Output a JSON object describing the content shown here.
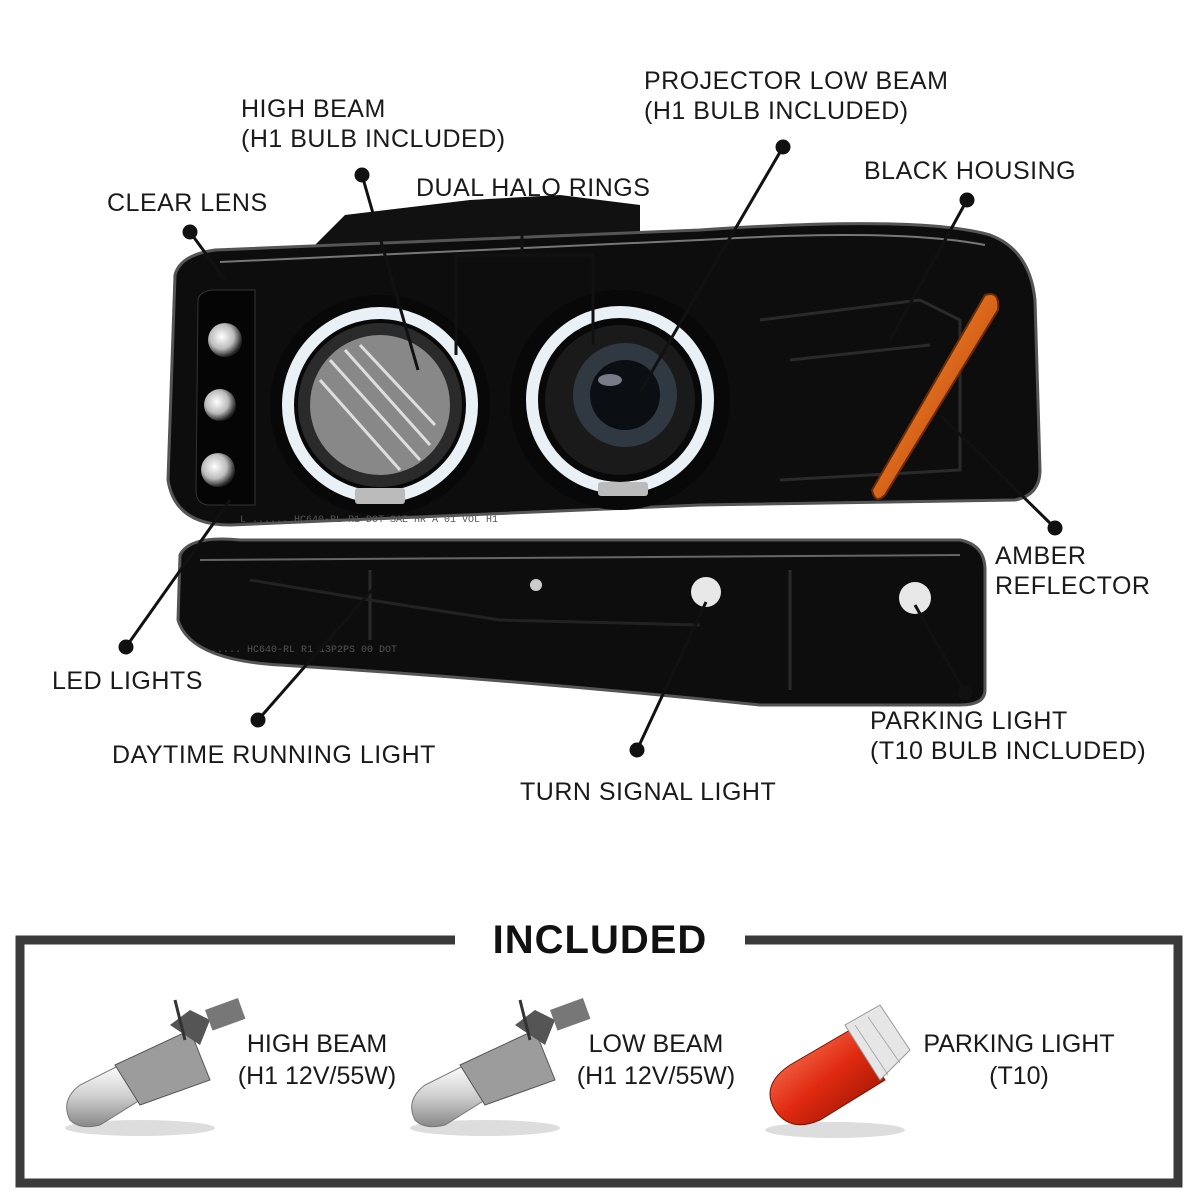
{
  "callouts": {
    "clear_lens": "CLEAR LENS",
    "high_beam": [
      "HIGH BEAM",
      "(H1 BULB INCLUDED)"
    ],
    "dual_halo_rings": "DUAL HALO RINGS",
    "projector_low_beam": [
      "PROJECTOR LOW BEAM",
      "(H1 BULB INCLUDED)"
    ],
    "black_housing": "BLACK HOUSING",
    "amber_reflector": [
      "AMBER",
      "REFLECTOR"
    ],
    "led_lights": "LED LIGHTS",
    "daytime_running_light": "DAYTIME RUNNING LIGHT",
    "turn_signal_light": "TURN SIGNAL LIGHT",
    "parking_light": [
      "PARKING LIGHT",
      "(T10 BULB INCLUDED)"
    ]
  },
  "included": {
    "title": "INCLUDED",
    "items": [
      {
        "name": "HIGH BEAM",
        "spec": "(H1 12V/55W)",
        "icon": "h1-bulb-icon"
      },
      {
        "name": "LOW BEAM",
        "spec": "(H1 12V/55W)",
        "icon": "h1-bulb-icon"
      },
      {
        "name": "PARKING LIGHT",
        "spec": "(T10)",
        "icon": "t10-bulb-icon"
      }
    ]
  },
  "colors": {
    "housing": "#0d0d0d",
    "amber": "#d9661a",
    "frame": "#3a3a3a",
    "leader": "#111111"
  }
}
